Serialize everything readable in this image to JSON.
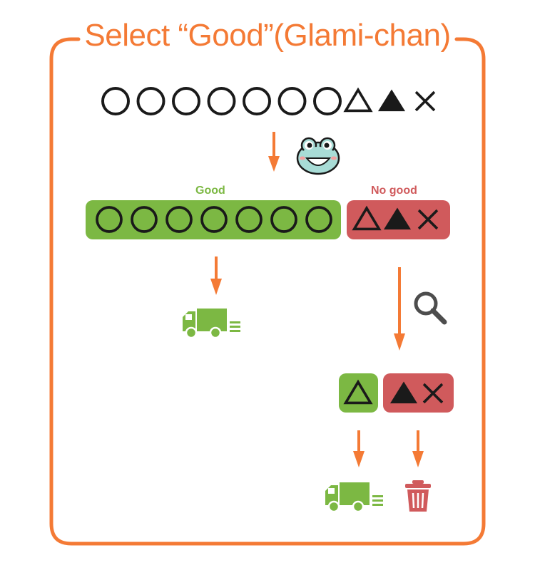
{
  "title": "Select “Good”(Glami-chan)",
  "labels": {
    "good": "Good",
    "no_good": "No good"
  },
  "source_marks": [
    "circle",
    "circle",
    "circle",
    "circle",
    "circle",
    "circle",
    "circle",
    "triangle-outline",
    "triangle-filled",
    "cross"
  ],
  "good_marks": [
    "circle",
    "circle",
    "circle",
    "circle",
    "circle",
    "circle",
    "circle"
  ],
  "no_good_marks": [
    "triangle-outline",
    "triangle-filled",
    "cross"
  ],
  "second_good_marks": [
    "triangle-outline"
  ],
  "second_no_good_marks": [
    "triangle-filled",
    "cross"
  ],
  "icons": {
    "inspector": "frog-mascot-icon",
    "magnifier": "magnifier-icon",
    "ship": "delivery-truck-icon",
    "discard": "trash-can-icon"
  },
  "colors": {
    "accent": "#f47a35",
    "good": "#7cb843",
    "no_good": "#d05a5c",
    "mark": "#1a1a1a",
    "magnifier": "#4d4d4d"
  }
}
